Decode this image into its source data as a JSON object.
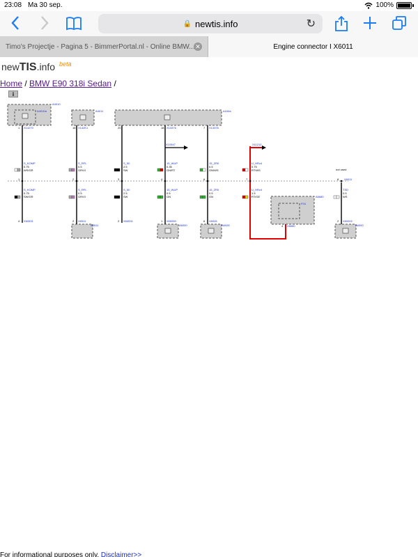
{
  "status": {
    "time": "23:08",
    "date": "Ma 30 sep.",
    "battery": "100%"
  },
  "browser": {
    "url": "newtis.info",
    "tabs": [
      {
        "label": "Timo's Projectje - Pagina 5 - BimmerPortal.nl - Online BMW..."
      },
      {
        "label": "Engine connector I X6011"
      }
    ],
    "icons": {
      "back": "chevron-left-icon",
      "forward": "chevron-right-icon",
      "bookmarks": "book-icon",
      "share": "share-icon",
      "add": "plus-icon",
      "tabs": "tabs-icon"
    }
  },
  "site": {
    "logo_prefix": "new",
    "logo_bold": "TIS",
    "logo_suffix": ".info",
    "beta": "beta",
    "breadcrumb": {
      "home": "Home",
      "sep": " / ",
      "model": "BMW E90 318i Sedan",
      "trail": " /"
    },
    "footer_text": "For informational purposes only.",
    "footer_link": "Disclaimer>>"
  },
  "diagram": {
    "top_components": [
      {
        "id": "A4010",
        "sub": "A4010a"
      },
      {
        "id": "A4011"
      },
      {
        "id": "A164a"
      }
    ],
    "wires": [
      {
        "top_pin": "1",
        "top_conn": "X14270",
        "sig1": "S_KOMP",
        "size1": "0.75",
        "col1": "WS/GR",
        "pin": "1",
        "sig2": "S_KOMP",
        "size2": "0.75",
        "col2": "SW/GR",
        "bot_pin": "4",
        "bot_conn": "X60531"
      },
      {
        "top_pin": "16",
        "top_conn": "X142K1",
        "sig1": "S_RFL",
        "size1": "0.5",
        "col1": "GR/VI",
        "pin": "2",
        "sig2": "S_RFL",
        "size2": "0.5",
        "col2": "GR/VI",
        "bot_pin": "2",
        "bot_conn": "X6511",
        "bot_comp": "A6511"
      },
      {
        "top_pin": "20",
        "top_conn": "",
        "sig1": "S_50",
        "size1": "2.5",
        "col1": "SW",
        "pin": "3",
        "sig2": "S_50",
        "size2": "2.5",
        "col2": "SW",
        "bot_pin": "2",
        "bot_conn": "X60531"
      },
      {
        "top_pin": "18",
        "top_conn": "X13376",
        "sig1": "15_WUP",
        "size1": "0.35",
        "col1": "GN/RT",
        "pin": "4",
        "sig2": "15_WUP",
        "size2": "0.5",
        "col2": "GN",
        "bot_pin": "1",
        "bot_conn": "X60050",
        "bot_comp": "A6000"
      },
      {
        "top_pin": "7",
        "top_conn": "X13376",
        "sig1": "15_ZR0",
        "size1": "0.5",
        "col1": "GN/WS",
        "pin": "6",
        "sig2": "15_ZR0",
        "size2": "0.5",
        "col2": "GN",
        "bot_pin": "6",
        "bot_conn": "X6026",
        "bot_comp": "A6026"
      },
      {
        "top_pin": "",
        "top_conn": "X11212",
        "sig1": "U_HRv4",
        "size1": "0.75",
        "col1": "RT/WS",
        "pin": "7",
        "sig2": "U_HRv4",
        "size2": "1.5",
        "col2": "RT/GE",
        "bot_pin": "4",
        "bot_conn": "X6680",
        "bot_comp": "A6680",
        "bot_sub": "F04"
      },
      {
        "top_pin": "",
        "top_conn": "",
        "sig1": "",
        "size1": "",
        "col1": "",
        "note": "not used",
        "pin": "8",
        "conn": "X6011",
        "sig2": "TSD",
        "size2": "0.5",
        "col2": "WS",
        "bot_pin": "2",
        "bot_conn": "X60002",
        "bot_comp": "A6000"
      }
    ],
    "branch_left": "X10547",
    "branch_right": "X11212"
  }
}
